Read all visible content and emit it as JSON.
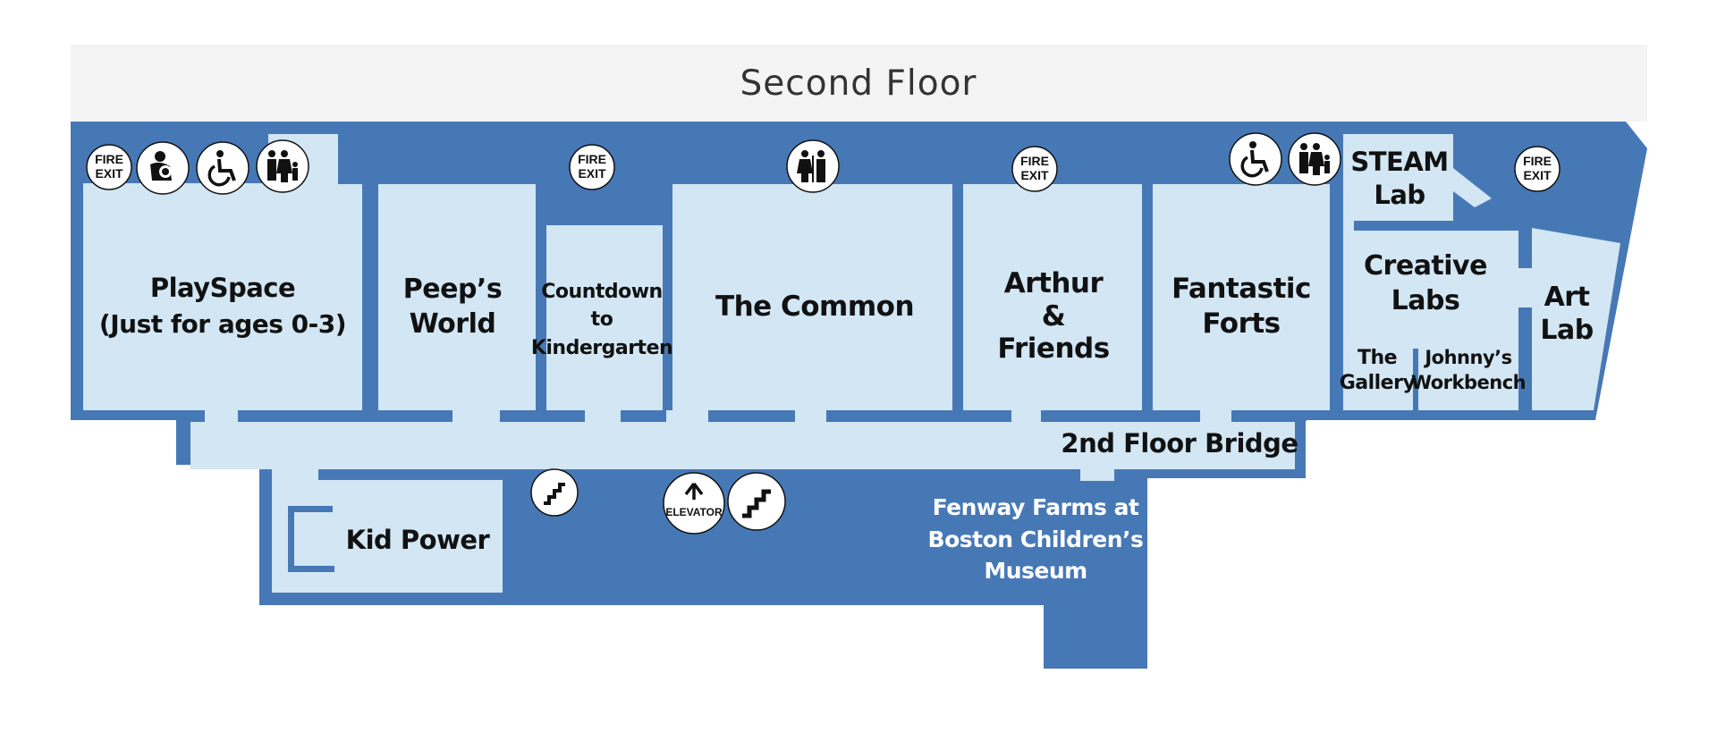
{
  "banner": {
    "title": "Second Floor"
  },
  "colors": {
    "structure": "#4778b6",
    "room": "#d2e6f4",
    "banner": "#f4f4f4",
    "text": "#111111",
    "accent_text": "#ffffff"
  },
  "rooms": {
    "playspace": {
      "line1": "PlaySpace",
      "line2": "(Just for ages 0-3)"
    },
    "peeps_world": {
      "line1": "Peep’s",
      "line2": "World"
    },
    "countdown": {
      "line1": "Countdown",
      "line2": "to",
      "line3": "Kindergarten"
    },
    "common": {
      "line1": "The Common"
    },
    "arthur": {
      "line1": "Arthur",
      "line2": "&",
      "line3": "Friends"
    },
    "forts": {
      "line1": "Fantastic",
      "line2": "Forts"
    },
    "steam": {
      "line1": "STEAM",
      "line2": "Lab"
    },
    "creative": {
      "line1": "Creative",
      "line2": "Labs"
    },
    "gallery": {
      "line1": "The",
      "line2": "Gallery"
    },
    "workbench": {
      "line1": "Johnny’s",
      "line2": "Workbench"
    },
    "art": {
      "line1": "Art",
      "line2": "Lab"
    },
    "bridge": {
      "line1": "2nd Floor Bridge"
    },
    "kid_power": {
      "line1": "Kid Power"
    },
    "fenway": {
      "line1": "Fenway Farms at",
      "line2": "Boston Children’s",
      "line3": "Museum"
    }
  },
  "icons": {
    "fire_exit": {
      "line1": "FIRE",
      "line2": "EXIT"
    },
    "elevator": {
      "label": "ELEVATOR"
    }
  }
}
